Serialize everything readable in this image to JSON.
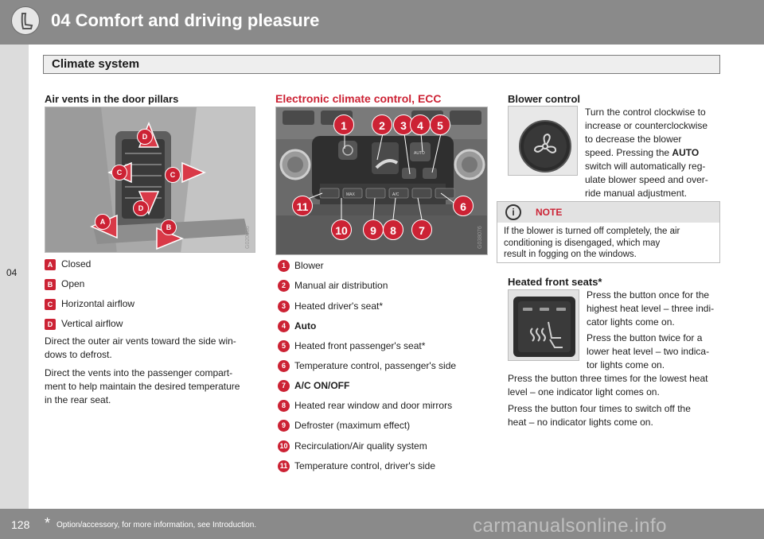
{
  "header": {
    "chapter_title": "04 Comfort and driving pleasure",
    "chapter_tab": "04"
  },
  "section": {
    "title": "Climate system"
  },
  "left": {
    "heading": "Air vents in the door pillars",
    "image_code": "G020036",
    "callouts": [
      "D",
      "C",
      "C",
      "D",
      "A",
      "B"
    ],
    "items": [
      {
        "badge": "A",
        "label": "Closed"
      },
      {
        "badge": "B",
        "label": "Open"
      },
      {
        "badge": "C",
        "label": "Horizontal airflow"
      },
      {
        "badge": "D",
        "label": "Vertical airflow"
      }
    ],
    "para1": [
      "Direct the outer air vents toward the side win-",
      "dows to defrost."
    ],
    "para2": [
      "Direct the vents into the passenger compart-",
      "ment to help maintain the desired temperature",
      "in the rear seat."
    ]
  },
  "middle": {
    "heading": "Electronic climate control, ECC",
    "image_code": "G038076",
    "panel_text": {
      "auto": "AUTO",
      "ac": "A/C",
      "max": "MAX"
    },
    "callouts": [
      "1",
      "2",
      "3",
      "4",
      "5",
      "6",
      "7",
      "8",
      "9",
      "10",
      "11"
    ],
    "items": [
      {
        "num": "1",
        "label": "Blower"
      },
      {
        "num": "2",
        "label": "Manual air distribution"
      },
      {
        "num": "3",
        "label": "Heated driver's seat*"
      },
      {
        "num": "4",
        "label": "Auto"
      },
      {
        "num": "5",
        "label": "Heated front passenger's seat*"
      },
      {
        "num": "6",
        "label": "Temperature control, passenger's side"
      },
      {
        "num": "7",
        "label": "A/C ON/OFF"
      },
      {
        "num": "8",
        "label": "Heated rear window and door mirrors"
      },
      {
        "num": "9",
        "label": "Defroster (maximum effect)"
      },
      {
        "num": "10",
        "label": "Recirculation/Air quality system"
      },
      {
        "num": "11",
        "label": "Temperature control, driver's side"
      }
    ]
  },
  "right": {
    "blower_heading": "Blower control",
    "blower_text": [
      "Turn the control clockwise to",
      "increase or counterclockwise",
      "to decrease the blower",
      "speed. Pressing the",
      "switch will automatically reg-",
      "ulate blower speed and over-",
      "ride manual adjustment."
    ],
    "blower_auto": "AUTO",
    "note": {
      "title": "NOTE",
      "text": [
        "If the blower is turned off completely, the air",
        "conditioning is disengaged, which may",
        "result in fogging on the windows."
      ]
    },
    "seats_heading": "Heated front seats*",
    "seats_para1": [
      "Press the button once for the",
      "highest heat level – three indi-",
      "cator lights come on."
    ],
    "seats_para2": [
      "Press the button twice for a",
      "lower heat level – two indica-",
      "tor lights come on."
    ],
    "seats_para3": [
      "Press the button three times for the lowest heat",
      "level – one indicator light comes on."
    ],
    "seats_para4": [
      "Press the button four times to switch off the",
      "heat – no indicator lights come on."
    ]
  },
  "footer": {
    "page": "128",
    "star": "*",
    "footnote": "Option/accessory, for more information, see Introduction.",
    "watermark": "carmanualsonline.info"
  }
}
